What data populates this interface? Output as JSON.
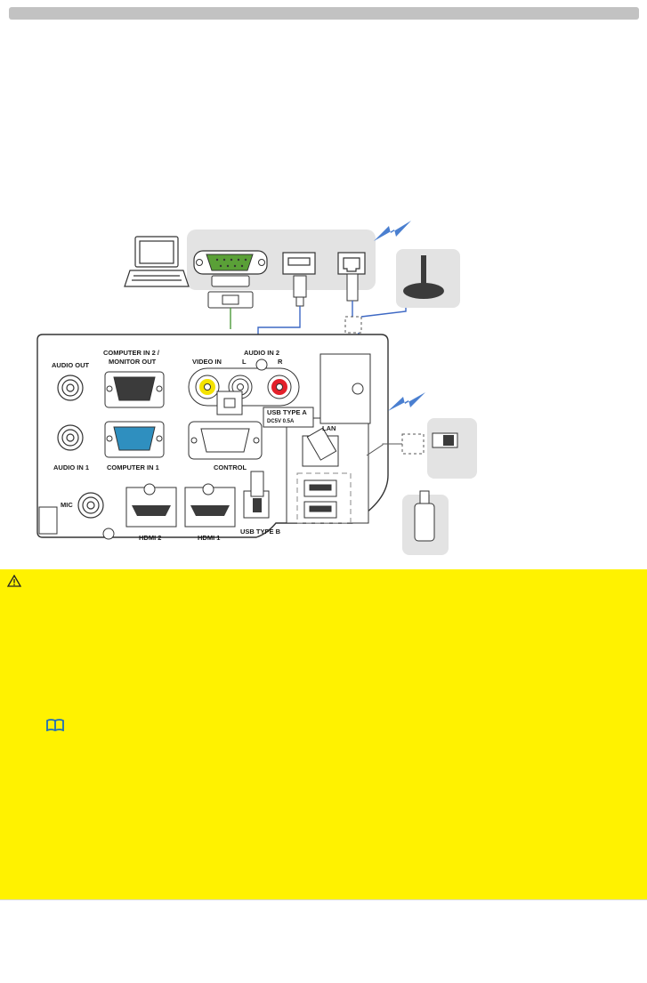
{
  "header": {
    "bar_color": "#c2c2c2"
  },
  "diagram": {
    "ports": {
      "audio_out": "AUDIO OUT",
      "computer_in_2_line1": "COMPUTER IN 2 /",
      "computer_in_2_line2": "MONITOR OUT",
      "audio_in_2": "AUDIO IN 2",
      "audio_in_2_left": "L",
      "audio_in_2_right": "R",
      "video_in": "VIDEO IN",
      "usb_type_a": "USB TYPE A",
      "usb_type_a_rating": "DC5V 0.5A",
      "lan": "LAN",
      "audio_in_1": "AUDIO IN 1",
      "computer_in_1": "COMPUTER IN 1",
      "control": "CONTROL",
      "mic": "MIC",
      "hdmi_2": "HDMI 2",
      "hdmi_1": "HDMI 1",
      "usb_type_b": "USB TYPE B"
    },
    "colors": {
      "video_jack": "#f4e200",
      "audio_r_jack": "#e3202a",
      "computer_in_1_port": "#2f8fbf",
      "rs232_port": "#5aa037",
      "blue_cable": "#3d68c4",
      "green_cable": "#4c9a3c",
      "wireless_bolt": "#4a7fd0",
      "device_box": "#e3e3e3"
    }
  },
  "caution": {
    "icon": "warning-triangle-icon",
    "background": "#fff200"
  },
  "reference": {
    "icon": "book-icon",
    "color": "#1f6fb8"
  }
}
